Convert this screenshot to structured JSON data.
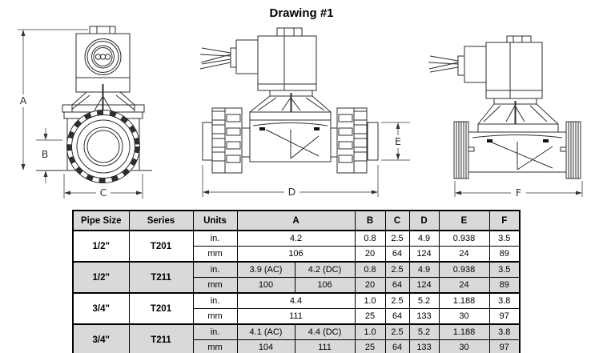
{
  "title": "Drawing #1",
  "dims": {
    "a": "A",
    "b": "B",
    "c": "C",
    "d": "D",
    "e": "E",
    "f": "F"
  },
  "colors": {
    "row_shade": "#d9d9d9",
    "line": "#2e2e2e",
    "dimension_line": "#666666"
  },
  "table": {
    "headers": [
      "Pipe Size",
      "Series",
      "Units",
      "A",
      "B",
      "C",
      "D",
      "E",
      "F"
    ],
    "groups": [
      {
        "pipe_size": "1/2\"",
        "series": "T201",
        "shaded": false,
        "rows": [
          {
            "units": "in.",
            "a": [
              "4.2"
            ],
            "vals": [
              "0.8",
              "2.5",
              "4.9",
              "0.938",
              "3.5"
            ]
          },
          {
            "units": "mm",
            "a": [
              "106"
            ],
            "vals": [
              "20",
              "64",
              "124",
              "24",
              "89"
            ]
          }
        ]
      },
      {
        "pipe_size": "1/2\"",
        "series": "T211",
        "shaded": true,
        "rows": [
          {
            "units": "in.",
            "a": [
              "3.9 (AC)",
              "4.2 (DC)"
            ],
            "vals": [
              "0.8",
              "2.5",
              "4.9",
              "0.938",
              "3.5"
            ]
          },
          {
            "units": "mm",
            "a": [
              "100",
              "106"
            ],
            "vals": [
              "20",
              "64",
              "124",
              "24",
              "89"
            ]
          }
        ]
      },
      {
        "pipe_size": "3/4\"",
        "series": "T201",
        "shaded": false,
        "rows": [
          {
            "units": "in.",
            "a": [
              "4.4"
            ],
            "vals": [
              "1.0",
              "2.5",
              "5.2",
              "1.188",
              "3.8"
            ]
          },
          {
            "units": "mm",
            "a": [
              "111"
            ],
            "vals": [
              "25",
              "64",
              "133",
              "30",
              "97"
            ]
          }
        ]
      },
      {
        "pipe_size": "3/4\"",
        "series": "T211",
        "shaded": true,
        "rows": [
          {
            "units": "in.",
            "a": [
              "4.1 (AC)",
              "4.4 (DC)"
            ],
            "vals": [
              "1.0",
              "2.5",
              "5.2",
              "1.188",
              "3.8"
            ]
          },
          {
            "units": "mm",
            "a": [
              "104",
              "111"
            ],
            "vals": [
              "25",
              "64",
              "133",
              "30",
              "97"
            ]
          }
        ]
      }
    ]
  }
}
